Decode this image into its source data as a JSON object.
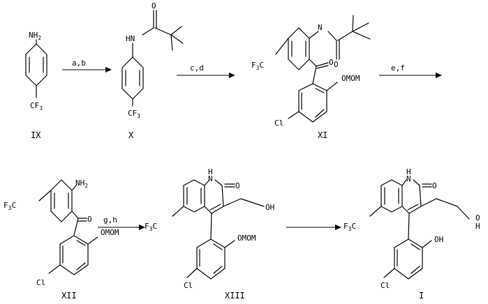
{
  "compounds": {
    "IX": "IX",
    "X": "X",
    "XI": "XI",
    "XII": "XII",
    "XIII": "XIII",
    "I": "I"
  },
  "conditions": {
    "step1": "a,b",
    "step2": "c,d",
    "step3": "e,f",
    "step4": "g,h"
  },
  "atoms": {
    "N": "N",
    "H": "H",
    "HN": "HN",
    "NH": "NH",
    "O": "O",
    "OH": "OH",
    "OMOM": "OMOM",
    "Cl": "Cl",
    "CF": "CF",
    "F": "F",
    "C": "C",
    "sub2": "2",
    "sub3": "3"
  }
}
